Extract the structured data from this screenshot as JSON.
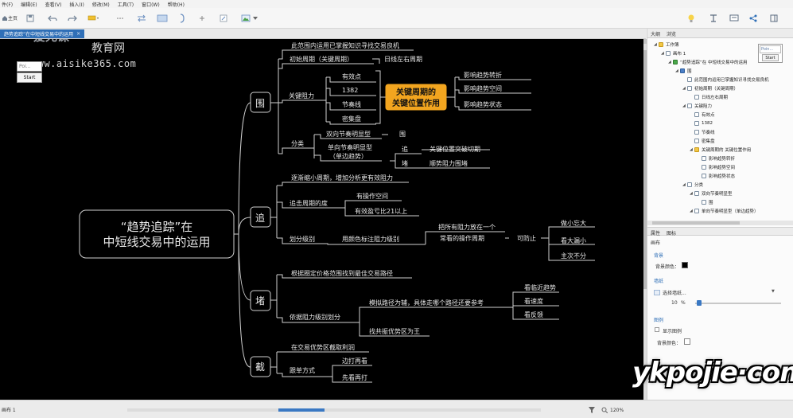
{
  "menu": [
    "件(F)",
    "编辑(E)",
    "查看(V)",
    "插入(I)",
    "修改(M)",
    "工具(T)",
    "窗口(W)",
    "帮助(H)"
  ],
  "toolbar": {
    "home_label": "主页"
  },
  "tab": {
    "title": "趋势追踪”在中短线交易中的运用",
    "close": "×"
  },
  "watermark": {
    "logo": "爱死课",
    "cn": "教育网",
    "url": "www.aisike365.com"
  },
  "mini_form": {
    "input_value": "Poi...",
    "button": "Start"
  },
  "mindmap": {
    "central": [
      "“趋势追踪”在",
      "中短线交易中的运用"
    ],
    "branch_wei": {
      "label": "围",
      "intro": "此范围内运用已掌握知识寻找交易良机",
      "initial_cycle": "初始周期（关键周期）",
      "daily": "日线左右周期",
      "key_resistance": "关键阻力",
      "effective": "有效点",
      "n1382": "1382",
      "rhythm_line": "节奏线",
      "dense_box": "密集盘",
      "key_role_l1": "关键周期的",
      "key_role_l2": "关键位置作用",
      "influence_shift": "影响趋势转折",
      "influence_space": "影响趋势空间",
      "influence_state": "影响趋势状态",
      "classify": "分类",
      "dual": "双向节奏明显型",
      "wei_small": "围",
      "single_l1": "单向节奏明显型",
      "single_l2": "（单边趋势）",
      "zhui_small": "追",
      "key_break": "关键位置突破切期",
      "du_small": "堵",
      "wall": "顺势阻力围堵"
    },
    "branch_zhui": {
      "label": "追",
      "narrow": "逐渐缩小周期，增加分析更有效阻力",
      "add_depth": "追击周期的度",
      "has_space": "有操作空间",
      "valid_ratio": "有效盈亏比21以上",
      "divide_levels": "划分级别",
      "color_mark": "用颜色标注阻力级别",
      "all_within_l1": "把所有阻力放在一个",
      "all_within_l2": "常看的操作周期",
      "prevent": "可防止",
      "small_big": "做小忘大",
      "see_big": "看大漏小",
      "primary": "主次不分"
    },
    "branch_du": {
      "label": "堵",
      "find_path": "根据圈定价格范围找到最佳交易路径",
      "by_level": "依据阻力级别划分",
      "sim_path": "模拟路径为辅，具体走哪个路径还要参考",
      "near_trend": "看临近趋势",
      "speed": "看速度",
      "feedback": "看反馈",
      "common": "找共振优势区为王"
    },
    "branch_jie": {
      "label": "截",
      "harvest": "在交易优势区截取利润",
      "follow": "跟单方式",
      "hit_see": "边打再看",
      "see_hit": "先看再打"
    }
  },
  "right_panel": {
    "tabs": [
      "大纲",
      "浏览"
    ],
    "tree": [
      {
        "indent": 0,
        "toggle": "◢",
        "icon": "folder",
        "text": "工作簿"
      },
      {
        "indent": 1,
        "toggle": "◢",
        "icon": "plain",
        "text": "画布 1"
      },
      {
        "indent": 2,
        "toggle": "◢",
        "icon": "green",
        "text": "“趋势追踪”在 中短线交易中的运用"
      },
      {
        "indent": 3,
        "toggle": "◢",
        "icon": "blue",
        "text": "围"
      },
      {
        "indent": 4,
        "toggle": "",
        "icon": "plain",
        "text": "此范围内运用已掌握知识寻找交易良机"
      },
      {
        "indent": 4,
        "toggle": "◢",
        "icon": "plain",
        "text": "初始周期（关键周期）"
      },
      {
        "indent": 5,
        "toggle": "",
        "icon": "plain",
        "text": "日线左右周期"
      },
      {
        "indent": 4,
        "toggle": "◢",
        "icon": "plain",
        "text": "关键阻力"
      },
      {
        "indent": 5,
        "toggle": "",
        "icon": "plain",
        "text": "有效点"
      },
      {
        "indent": 5,
        "toggle": "",
        "icon": "plain",
        "text": "1382"
      },
      {
        "indent": 5,
        "toggle": "",
        "icon": "plain",
        "text": "节奏线"
      },
      {
        "indent": 5,
        "toggle": "",
        "icon": "plain",
        "text": "密集盘"
      },
      {
        "indent": 5,
        "toggle": "◢",
        "icon": "folder",
        "text": "关键周期的 关键位置作用"
      },
      {
        "indent": 6,
        "toggle": "",
        "icon": "plain",
        "text": "影响趋势转折"
      },
      {
        "indent": 6,
        "toggle": "",
        "icon": "plain",
        "text": "影响趋势空间"
      },
      {
        "indent": 6,
        "toggle": "",
        "icon": "plain",
        "text": "影响趋势状态"
      },
      {
        "indent": 4,
        "toggle": "◢",
        "icon": "plain",
        "text": "分类"
      },
      {
        "indent": 5,
        "toggle": "◢",
        "icon": "plain",
        "text": "双向节奏明显型"
      },
      {
        "indent": 6,
        "toggle": "",
        "icon": "plain",
        "text": "围"
      },
      {
        "indent": 5,
        "toggle": "◢",
        "icon": "plain",
        "text": "单向节奏明显型（单边趋势）"
      }
    ],
    "popup": {
      "input": "Poin...",
      "button": "Start"
    },
    "prop_tabs": [
      "属性",
      "图标"
    ],
    "props": {
      "canvas": "画布",
      "background": "背景",
      "bg_color": "背景颜色：",
      "wallpaper": "墙纸",
      "select_wallpaper": "选择墙纸...",
      "opacity_value": "10",
      "opacity_unit": "%",
      "legend": "图例",
      "show_legend": "显示图例",
      "legend_bg": "背景颜色："
    }
  },
  "status": {
    "left": "画布 1",
    "zoom": "120%"
  },
  "overlay_watermark": "ykpojie·com"
}
